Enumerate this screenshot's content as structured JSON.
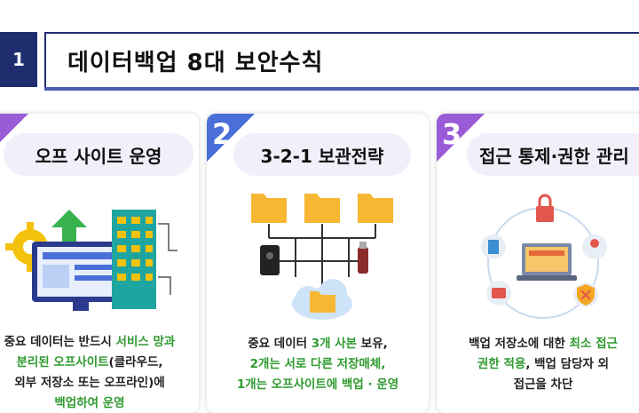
{
  "header": {
    "number": "1",
    "title": "데이터백업 8대 보안수칙"
  },
  "cards": [
    {
      "number": "",
      "title": "오프 사이트 운영",
      "desc": [
        [
          {
            "t": "중요 데이터는 반드시 ",
            "g": false
          },
          {
            "t": "서비스 망과",
            "g": true
          }
        ],
        [
          {
            "t": "분리된 오프사이트",
            "g": true
          },
          {
            "t": "(클라우드,",
            "g": false
          }
        ],
        [
          {
            "t": "외부 저장소 또는 오프라인)에",
            "g": false
          }
        ],
        [
          {
            "t": "백업하여 운영",
            "g": true
          }
        ]
      ]
    },
    {
      "number": "2",
      "title": "3-2-1 보관전략",
      "desc": [
        [
          {
            "t": "중요 데이터 ",
            "g": false
          },
          {
            "t": "3개 사본",
            "g": true
          },
          {
            "t": " 보유,",
            "g": false
          }
        ],
        [
          {
            "t": "2개는 서로 다른 저장매체,",
            "g": true
          }
        ],
        [
          {
            "t": "1개는 오프사이트에 백업 · 운영",
            "g": true
          }
        ]
      ]
    },
    {
      "number": "3",
      "title": "접근 통제·권한 관리",
      "desc": [
        [
          {
            "t": "백업 저장소에 대한 ",
            "g": false
          },
          {
            "t": "최소 접근",
            "g": true
          }
        ],
        [
          {
            "t": "권한 적용",
            "g": true
          },
          {
            "t": ", 백업 담당자 외",
            "g": false
          }
        ],
        [
          {
            "t": "접근을 차단",
            "g": false
          }
        ]
      ]
    }
  ],
  "colors": {
    "navy": "#1f2d6e",
    "badge_blue": "#4a6fd8",
    "badge_purple": "#9a5bd6",
    "highlight_green": "#2f9a2f",
    "folder": "#f7b733"
  }
}
